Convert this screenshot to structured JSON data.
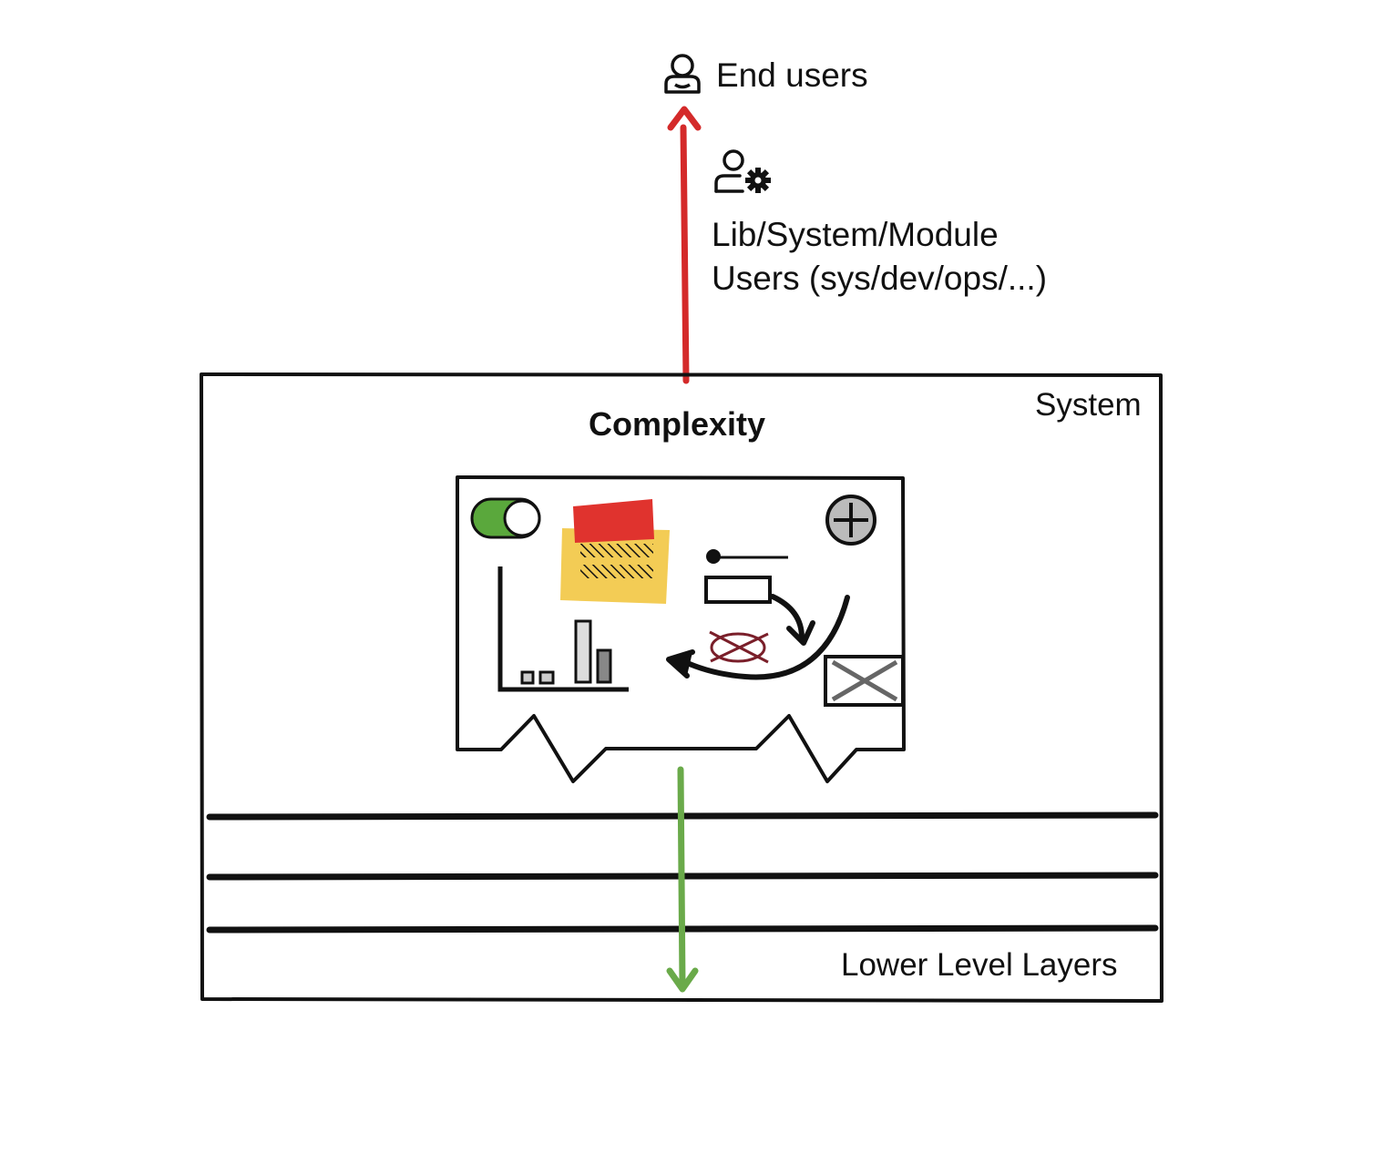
{
  "labels": {
    "end_users": "End users",
    "dev_users_line1": "Lib/System/Module",
    "dev_users_line2": "Users (sys/dev/ops/...)",
    "system": "System",
    "complexity": "Complexity",
    "lower_layers": "Lower Level Layers"
  },
  "icons": {
    "end_users": "user-icon",
    "dev_users": "user-gear-icon",
    "toggle": "toggle-switch-icon",
    "sticky_note": "sticky-note-icon",
    "add": "plus-circle-icon",
    "slider": "slider-icon",
    "text_field": "text-field-icon",
    "removed": "crossed-circle-icon",
    "image_placeholder": "image-placeholder-icon",
    "bar_chart": "bar-chart-icon"
  },
  "colors": {
    "up_arrow": "#d42a2a",
    "down_arrow": "#6aaa4a",
    "toggle_on": "#5aa83c",
    "sticky_yellow": "#f3cc55",
    "sticky_red": "#e0332e",
    "stroke": "#111111",
    "crossed": "#7a1f2a"
  },
  "layer_lines": 3
}
